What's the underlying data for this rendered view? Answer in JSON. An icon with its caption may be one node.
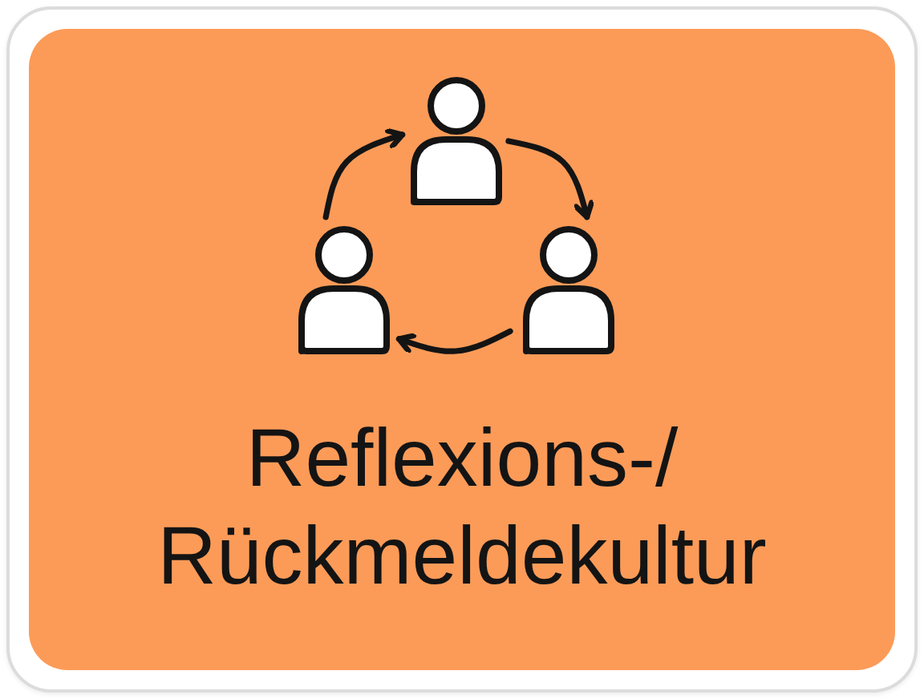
{
  "diagram": {
    "nodes": [
      {
        "text": [
          "Reflexions-/ Rückmeldekultur"
        ]
      },
      {
        "text": [],
        "shape": "person",
        "in": 0
      },
      {
        "text": [],
        "shape": "person",
        "in": 0
      },
      {
        "text": [],
        "shape": "person",
        "in": 0
      }
    ],
    "edges": [
      {
        "from": 1,
        "to": 2,
        "arrow": "to"
      },
      {
        "from": 2,
        "to": 3,
        "arrow": "to"
      },
      {
        "from": 3,
        "to": 1,
        "arrow": "to"
      }
    ]
  }
}
